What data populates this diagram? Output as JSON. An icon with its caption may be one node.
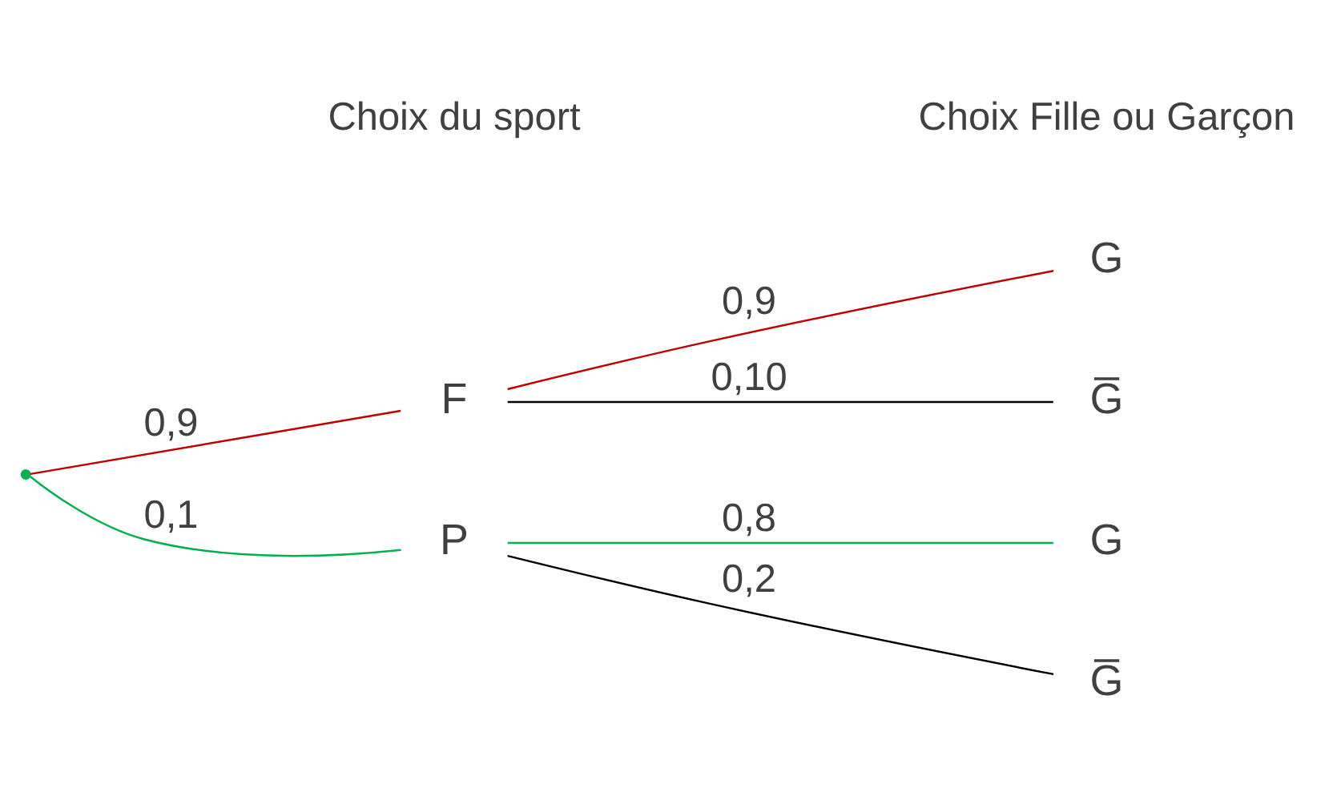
{
  "diagram": {
    "nodes": [
      {
        "text": [],
        "shape": "point"
      },
      {
        "text": [
          "F"
        ]
      },
      {
        "text": [
          "P"
        ]
      },
      {
        "text": [
          "G"
        ]
      },
      {
        "text": [
          "G̅"
        ]
      },
      {
        "text": [
          "G"
        ]
      },
      {
        "text": [
          "G̅"
        ]
      }
    ],
    "edges": [
      {
        "from": 0,
        "to": 1,
        "arrow": "none",
        "label": "0,9",
        "color": "#c00000"
      },
      {
        "from": 0,
        "to": 2,
        "arrow": "none",
        "label": "0,1",
        "color": "#00b050"
      },
      {
        "from": 1,
        "to": 3,
        "arrow": "none",
        "label": "0,9",
        "color": "#c00000"
      },
      {
        "from": 1,
        "to": 4,
        "arrow": "none",
        "label": "0,10",
        "color": "#000000"
      },
      {
        "from": 2,
        "to": 5,
        "arrow": "none",
        "label": "0,8",
        "color": "#00b050"
      },
      {
        "from": 2,
        "to": 6,
        "arrow": "none",
        "label": "0,2",
        "color": "#000000"
      }
    ],
    "labels": [
      "Choix du sport",
      "Choix Fille ou Garçon"
    ]
  }
}
